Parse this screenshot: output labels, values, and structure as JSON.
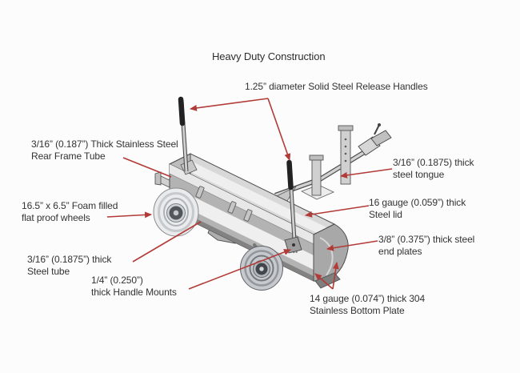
{
  "title": "Heavy Duty Construction",
  "labels": {
    "release_handles": {
      "lines": [
        "1.25” diameter Solid Steel Release Handles"
      ]
    },
    "rear_frame": {
      "lines": [
        "3/16” (0.187”) Thick Stainless Steel",
        "Rear Frame Tube"
      ]
    },
    "foam_wheels": {
      "lines": [
        "16.5” x 6.5” Foam filled",
        "flat proof wheels"
      ]
    },
    "steel_tube": {
      "lines": [
        "3/16” (0.1875”) thick",
        "Steel tube"
      ]
    },
    "handle_mounts": {
      "lines": [
        "1/4” (0.250”)",
        "thick Handle Mounts"
      ]
    },
    "steel_tongue": {
      "lines": [
        "3/16” (0.1875) thick",
        "steel tongue"
      ]
    },
    "steel_lid": {
      "lines": [
        "16 gauge (0.059”) thick",
        "Steel lid"
      ]
    },
    "end_plates": {
      "lines": [
        "3/8” (0.375”) thick steel",
        "end plates"
      ]
    },
    "bottom_plate": {
      "lines": [
        "14 gauge (0.074”) thick 304",
        "Stainless Bottom Plate"
      ]
    }
  },
  "colors": {
    "annotation_red": "#b23b38",
    "body_front_gray": "#b3b3b3",
    "body_top_gray": "#d8d8d8",
    "lid_white": "#ececec",
    "bottom_plate_dark": "#828282",
    "outline": "#4d4d4d",
    "handle_grip_black": "#222222",
    "text": "#333333",
    "background": "#fcfcfc"
  }
}
